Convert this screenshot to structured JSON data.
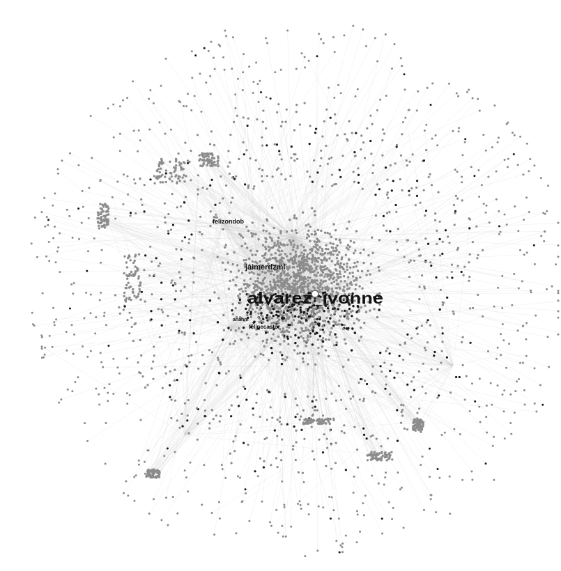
{
  "labels": {
    "main_hub": "alvarez_ivonne",
    "hub_2": "jaimerdzml",
    "hub_3": "felizondob",
    "hub_4": "anahm",
    "hub_5": "felipecastor"
  },
  "colors": {
    "background": "#ffffff",
    "edge": "#cfcfcf",
    "node_light": "#8c8c8c",
    "node_dark": "#1a1a1a",
    "label": "#111111"
  }
}
